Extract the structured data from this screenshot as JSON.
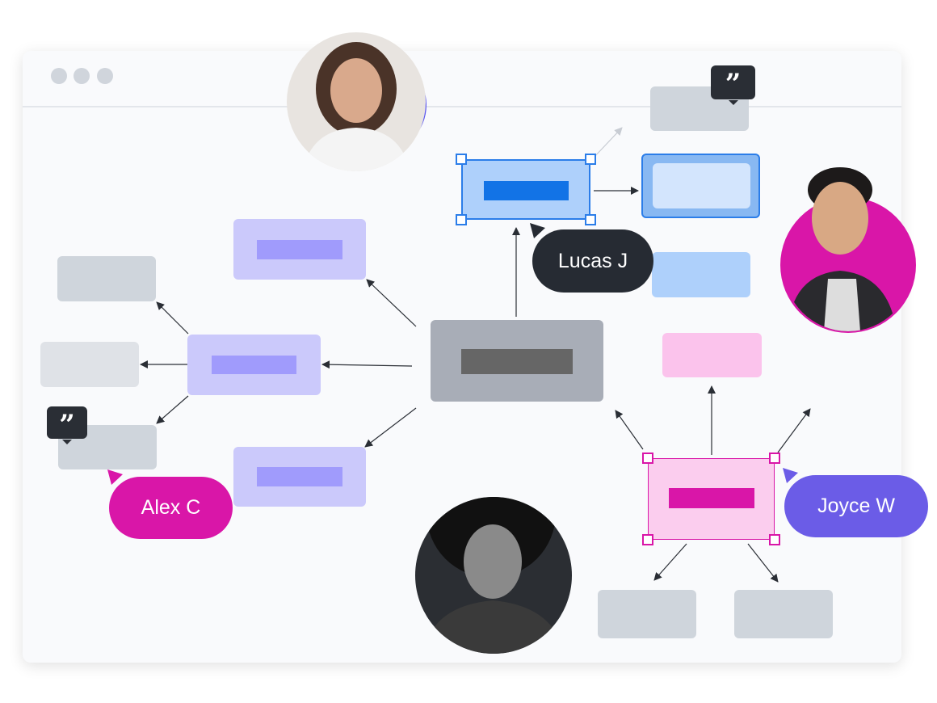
{
  "window": {
    "controls": [
      "dot-1",
      "dot-2",
      "dot-3"
    ]
  },
  "collaborators": [
    {
      "name": "Lucas J",
      "color": "#262b33"
    },
    {
      "name": "Alex C",
      "color": "#d916a8"
    },
    {
      "name": "Joyce W",
      "color": "#6b5ce7"
    }
  ],
  "comment_icon": "”",
  "colors": {
    "blue": "#2b7de9",
    "purple": "#a09bfc",
    "pink": "#d916a8",
    "gray": "#cfd5dc",
    "dark": "#262b33"
  }
}
